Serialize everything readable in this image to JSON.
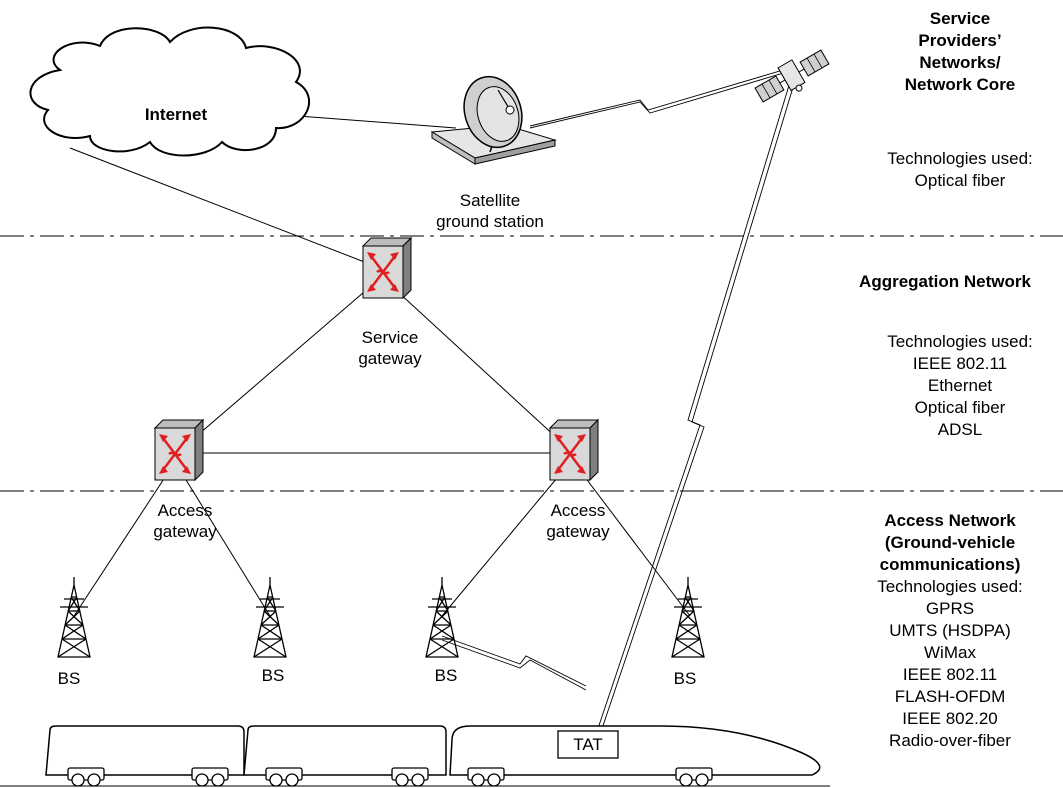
{
  "diagram": {
    "nodes": {
      "internet": "Internet",
      "satellite_station": [
        "Satellite",
        "ground station"
      ],
      "service_gateway": [
        "Service",
        "gateway"
      ],
      "access_gateway_left": [
        "Access",
        "gateway"
      ],
      "access_gateway_right": [
        "Access",
        "gateway"
      ],
      "bs_label": "BS",
      "tat": "TAT"
    },
    "layers": [
      {
        "title": [
          "Service",
          "Providers’",
          "Networks/",
          "Network Core"
        ],
        "tech_header": "Technologies used:",
        "technologies": [
          "Optical fiber"
        ]
      },
      {
        "title": [
          "Aggregation Network"
        ],
        "tech_header": "Technologies used:",
        "technologies": [
          "IEEE 802.11",
          "Ethernet",
          "Optical fiber",
          "ADSL"
        ]
      },
      {
        "title": [
          "Access Network",
          "(Ground-vehicle",
          "communications)"
        ],
        "tech_header": "Technologies used:",
        "technologies": [
          "GPRS",
          "UMTS (HSDPA)",
          "WiMax",
          "IEEE 802.11",
          "FLASH-OFDM",
          "IEEE 802.20",
          "Radio-over-fiber"
        ]
      }
    ]
  },
  "colors": {
    "line": "#000000",
    "router_face": "#d9d9d9",
    "router_side": "#8c8c8c",
    "arrow": "#e02020",
    "dish": "#bfbfbf"
  }
}
